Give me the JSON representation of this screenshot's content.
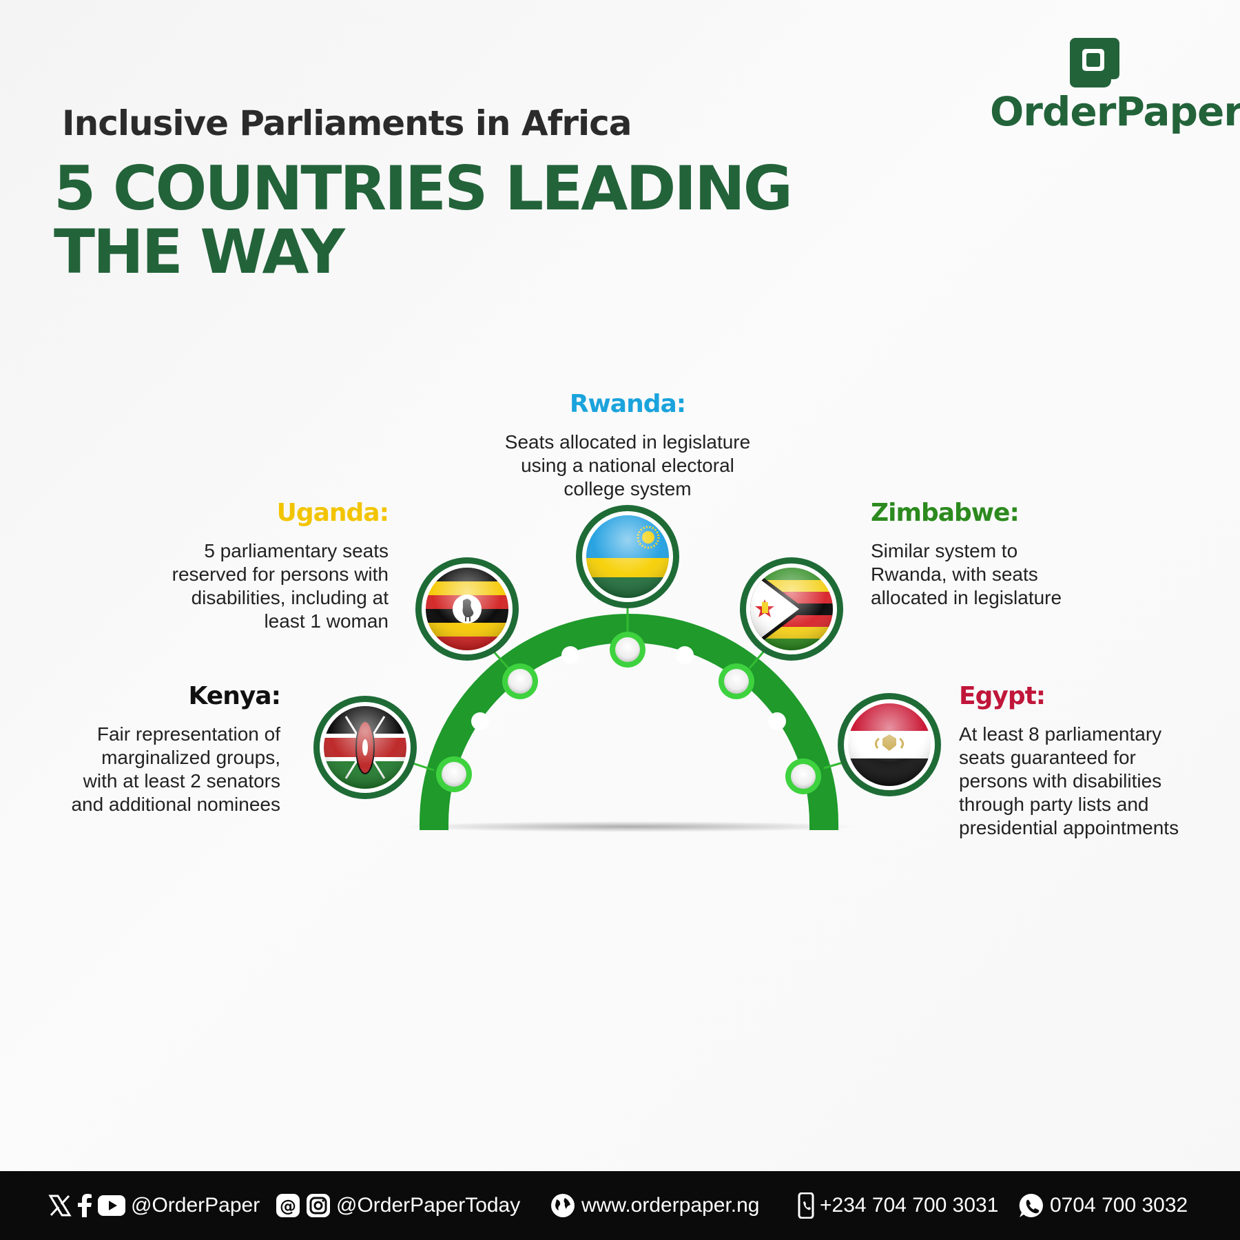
{
  "header": {
    "subtitle": "Inclusive Parliaments in Africa",
    "headline_line1": "5 COUNTRIES LEADING",
    "headline_line2": "THE WAY"
  },
  "brand": {
    "name": "OrderPaper",
    "color": "#23633a",
    "icon": "orderpaper-logo-icon"
  },
  "countries": [
    {
      "name": "Kenya:",
      "color": "#111111",
      "flag": "kenya-flag-icon",
      "lines": [
        "Fair representation of",
        "marginalized groups,",
        "with at least 2 senators",
        "and additional nominees"
      ]
    },
    {
      "name": "Uganda:",
      "color": "#f2c400",
      "flag": "uganda-flag-icon",
      "lines": [
        "5 parliamentary seats",
        "reserved for persons with",
        "disabilities, including at",
        "least 1 woman"
      ]
    },
    {
      "name": "Rwanda:",
      "color": "#1aa3dc",
      "flag": "rwanda-flag-icon",
      "lines": [
        "Seats allocated in legislature",
        "using a national electoral",
        "college system"
      ]
    },
    {
      "name": "Zimbabwe:",
      "color": "#2c8a1e",
      "flag": "zimbabwe-flag-icon",
      "lines": [
        "Similar system to",
        "Rwanda, with seats",
        "allocated in legislature"
      ]
    },
    {
      "name": "Egypt:",
      "color": "#c0163a",
      "flag": "egypt-flag-icon",
      "lines": [
        "At least 8 parliamentary",
        "seats guaranteed for",
        "persons with disabilities",
        "through party lists and",
        "presidential appointments"
      ]
    }
  ],
  "footer": {
    "social_handle": "@OrderPaper",
    "social_icons": [
      "x-icon",
      "facebook-icon",
      "youtube-icon"
    ],
    "social_handle_2": "@OrderPaperToday",
    "social_icons_2": [
      "threads-icon",
      "instagram-icon"
    ],
    "website": "www.orderpaper.ng",
    "website_icon": "globe-icon",
    "phone": "+234 704 700 3031",
    "phone_icon": "phone-icon",
    "whatsapp": "0704 700 3032",
    "whatsapp_icon": "whatsapp-icon"
  }
}
